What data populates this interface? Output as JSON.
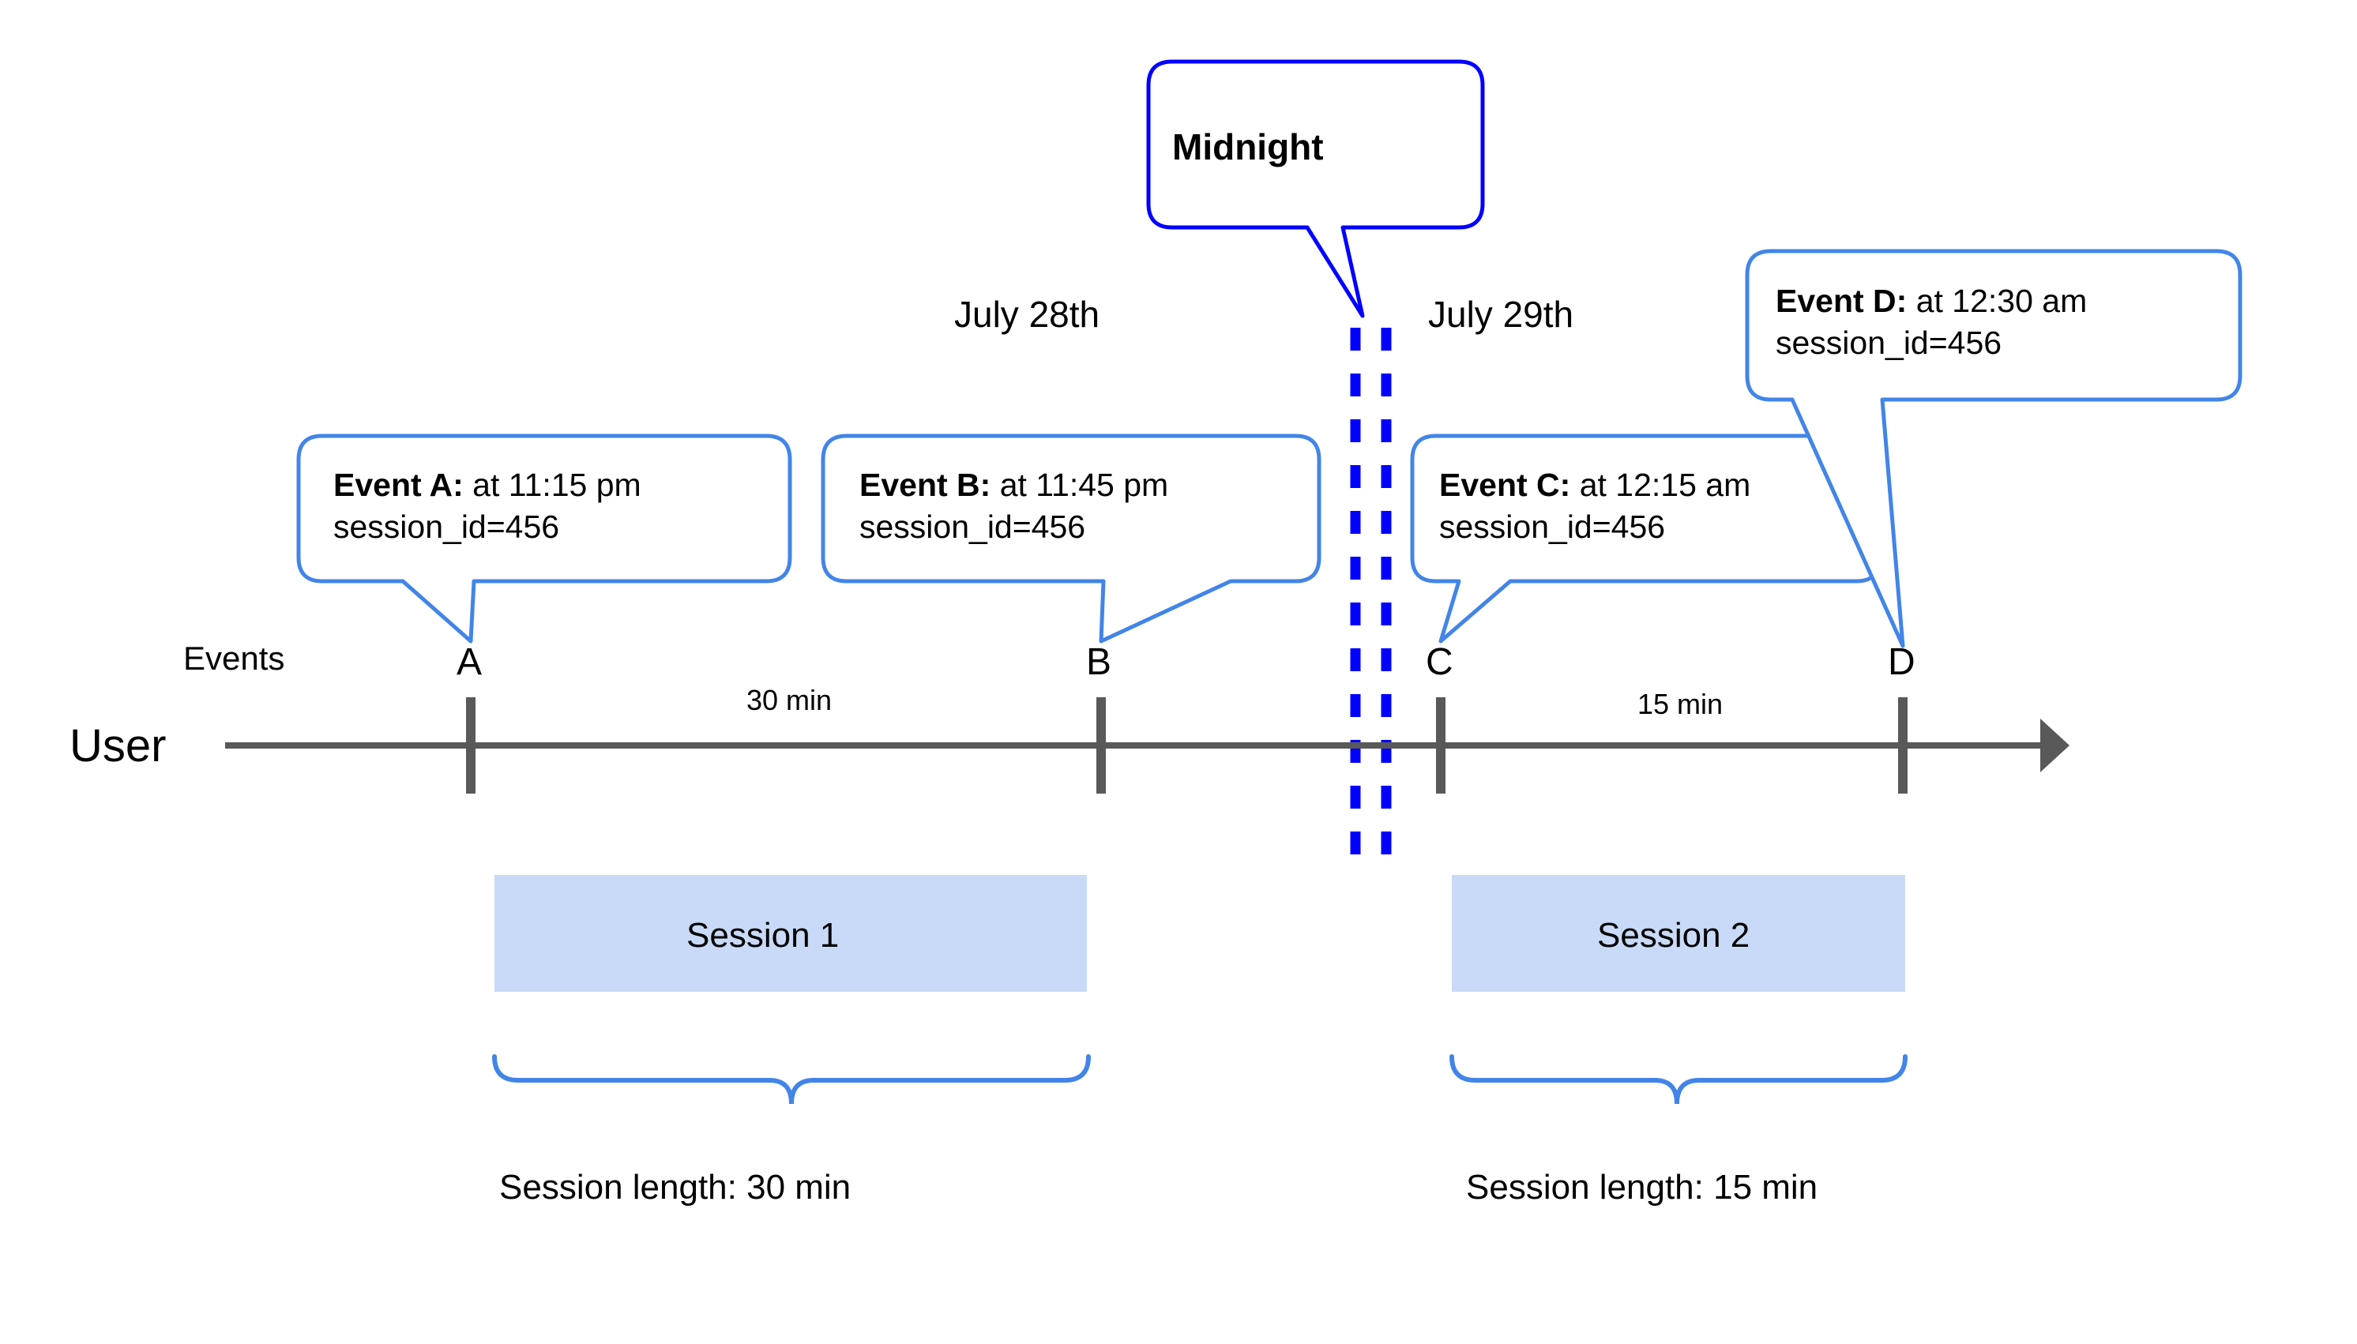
{
  "diagram": {
    "title_concept": "Session splitting across midnight",
    "colors": {
      "midnight_blue": "#0000FF",
      "callout_blue": "#4285E8",
      "session_fill": "#C9DAF8",
      "axis_gray": "#595959",
      "text_black": "#000000",
      "background": "#FFFFFF"
    },
    "midnight_callout": {
      "label": "Midnight"
    },
    "dates": [
      {
        "label": "July 28th"
      },
      {
        "label": "July 29th"
      }
    ],
    "rows": {
      "events_label": "Events",
      "user_label": "User"
    },
    "events": [
      {
        "letter": "A",
        "title": "Event A:",
        "detail": " at 11:15 pm",
        "session_id": "session_id=456"
      },
      {
        "letter": "B",
        "title": "Event B:",
        "detail": " at 11:45 pm",
        "session_id": "session_id=456"
      },
      {
        "letter": "C",
        "title": "Event C:",
        "detail": " at 12:15 am",
        "session_id": "session_id=456"
      },
      {
        "letter": "D",
        "title": "Event D:",
        "detail": " at 12:30 am",
        "session_id": "session_id=456"
      }
    ],
    "durations": [
      {
        "label": "30 min"
      },
      {
        "label": "15 min"
      }
    ],
    "sessions": [
      {
        "name": "Session 1",
        "length_label": "Session length: 30 min"
      },
      {
        "name": "Session 2",
        "length_label": "Session length: 15 min"
      }
    ]
  }
}
